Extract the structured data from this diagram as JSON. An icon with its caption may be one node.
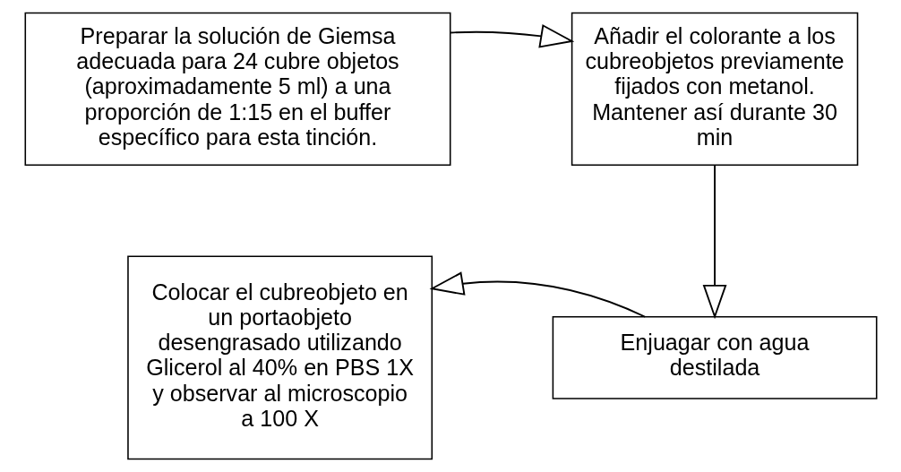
{
  "diagram": {
    "nodes": [
      {
        "text": [
          "Preparar la solución de Giemsa adecuada para 24 cubre objetos (aproximadamente 5 ml) a una proporción de 1:15 en el buffer específico para esta tinción."
        ]
      },
      {
        "text": [
          "Añadir el colorante a los cubreobjetos previamente fijados con metanol. Mantener así durante 30 min"
        ]
      },
      {
        "text": [
          "Enjuagar con agua destilada"
        ]
      },
      {
        "text": [
          "Colocar el cubreobjeto en un portaobjeto desengrasado utilizando Glicerol al 40% en PBS 1X y observar al microscopio a 100 X"
        ]
      }
    ],
    "edges": [
      {
        "from": 0,
        "to": 1,
        "arrow": "to"
      },
      {
        "from": 1,
        "to": 2,
        "arrow": "to"
      },
      {
        "from": 2,
        "to": 3,
        "arrow": "to"
      }
    ]
  }
}
